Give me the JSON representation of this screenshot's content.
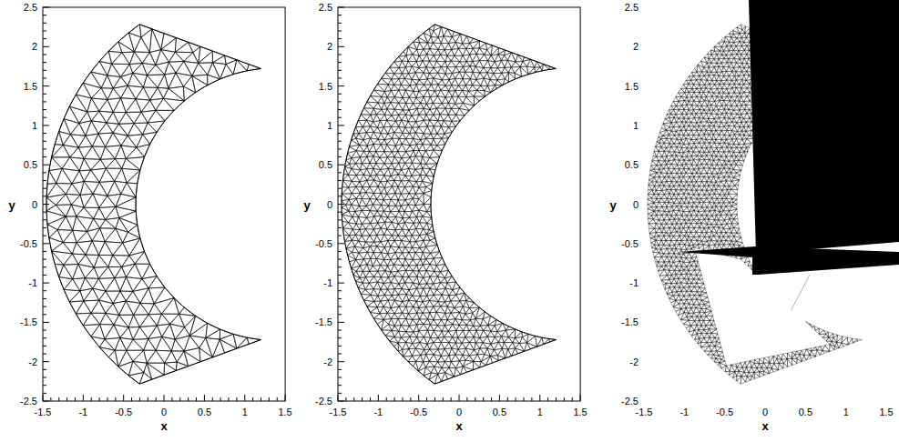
{
  "diagram": {
    "labels": [
      "2.5",
      "2",
      "1.5",
      "1",
      "0.5",
      "0",
      "-0.5",
      "-1",
      "-1.5",
      "-2",
      "-2.5",
      "y",
      "-1.5",
      "-1",
      "-0.5",
      "0",
      "0.5",
      "1",
      "1.5",
      "x",
      "2.5",
      "2",
      "1.5",
      "1",
      "0.5",
      "0",
      "-0.5",
      "-1",
      "-1.5",
      "-2",
      "-2.5",
      "y",
      "-1.5",
      "-1",
      "-0.5",
      "0",
      "0.5",
      "1",
      "1.5",
      "x",
      "2.5",
      "2",
      "1.5",
      "1",
      "0.5",
      "0",
      "-0.5",
      "-1",
      "-1.5",
      "-2",
      "-2.5",
      "y",
      "-1.5",
      "-1",
      "-0.5",
      "0",
      "0.5",
      "1",
      "1.5",
      "x"
    ]
  }
}
